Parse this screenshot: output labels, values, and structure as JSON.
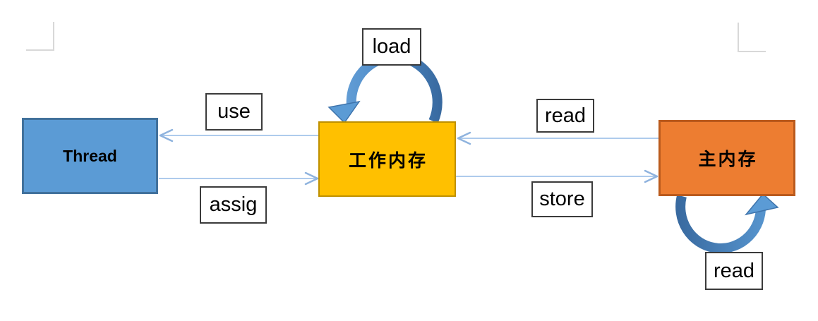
{
  "nodes": {
    "thread": {
      "label": "Thread",
      "fill": "#5B9BD5",
      "border": "#41719C"
    },
    "working_memory": {
      "label": "工作内存",
      "fill": "#FFC000",
      "border": "#BF9000"
    },
    "main_memory": {
      "label": "主内存",
      "fill": "#ED7D31",
      "border": "#BA5A1D"
    }
  },
  "edges": {
    "use": {
      "label": "use"
    },
    "assign": {
      "label": "assig"
    },
    "load": {
      "label": "load"
    },
    "read_top": {
      "label": "read"
    },
    "store": {
      "label": "store"
    },
    "read_bottom": {
      "label": "read"
    }
  },
  "colors": {
    "connector_line": "#AECBEC",
    "connector_head": "#8FB3DE",
    "arc_light": "#6BA5DB",
    "arc_mid": "#4E8BC8",
    "arc_dark": "#38699F",
    "arc_head_fill": "#5B9BD5",
    "arc_head_stroke": "#3E74AC",
    "label_border": "#3B3B3B",
    "crop_mark": "#D8D8D8",
    "background": "#FFFFFF"
  }
}
